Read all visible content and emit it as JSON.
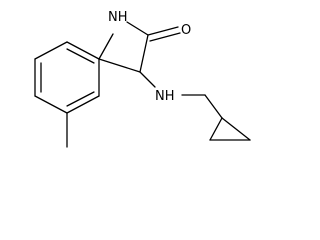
{
  "molecule": {
    "atoms": {
      "nh_ring": "NH",
      "carbonyl_o": "O",
      "nh_amine": "NH"
    }
  }
}
